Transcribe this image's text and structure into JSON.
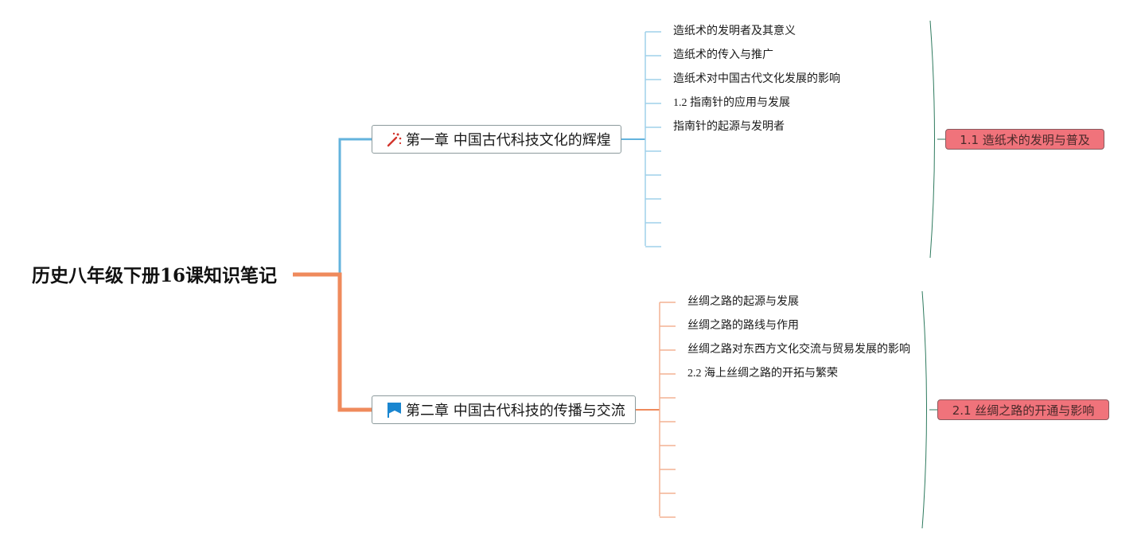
{
  "title": "历史八年级下册16课知识笔记",
  "colors": {
    "branch1": "#63b3dd",
    "branch1_leaf": "#9fd0ea",
    "branch2": "#ef8a5c",
    "branch2_leaf": "#f4b293",
    "summary_fill": "#f0737b",
    "summary_brace": "#2e7a5e"
  },
  "chapters": [
    {
      "label": "第一章 中国古代科技文化的辉煌",
      "icon": "magic-wand-icon",
      "items": [
        "造纸术的发明者及其意义",
        "造纸术的传入与推广",
        "造纸术对中国古代文化发展的影响",
        "1.2 指南针的应用与发展",
        "指南针的起源与发明者",
        "",
        "",
        "",
        "",
        ""
      ],
      "summary": "1.1 造纸术的发明与普及"
    },
    {
      "label": "第二章 中国古代科技的传播与交流",
      "icon": "flag-icon",
      "items": [
        "丝绸之路的起源与发展",
        "丝绸之路的路线与作用",
        "丝绸之路对东西方文化交流与贸易发展的影响",
        "2.2 海上丝绸之路的开拓与繁荣",
        "",
        "",
        "",
        "",
        "",
        ""
      ],
      "summary": "2.1 丝绸之路的开通与影响"
    }
  ]
}
